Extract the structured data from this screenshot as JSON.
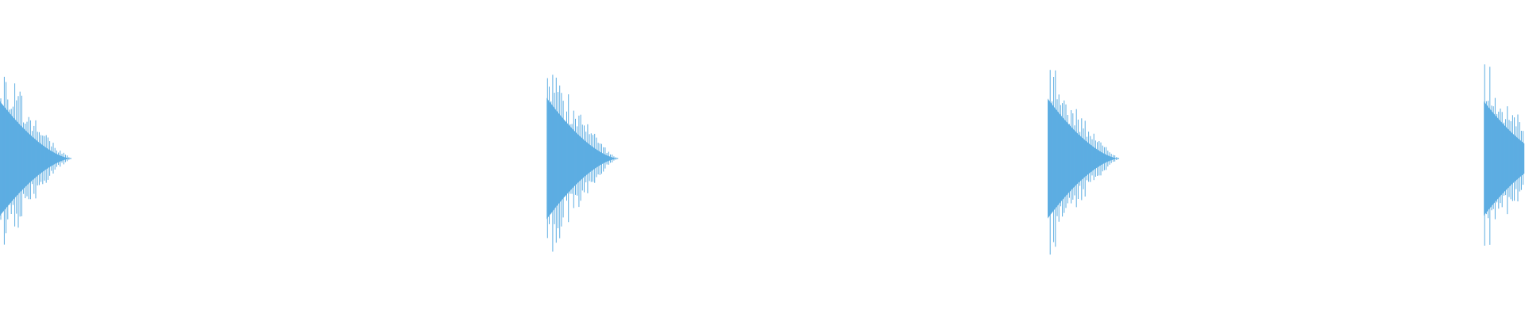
{
  "waveform": {
    "color": "#5dade2",
    "background": "#ffffff",
    "bursts": [
      {
        "start": 0.0,
        "peak_amplitude": 0.82
      },
      {
        "start": 0.3585,
        "peak_amplitude": 0.87
      },
      {
        "start": 0.687,
        "peak_amplitude": 0.86
      },
      {
        "start": 0.973,
        "peak_amplitude": 0.82
      }
    ]
  }
}
